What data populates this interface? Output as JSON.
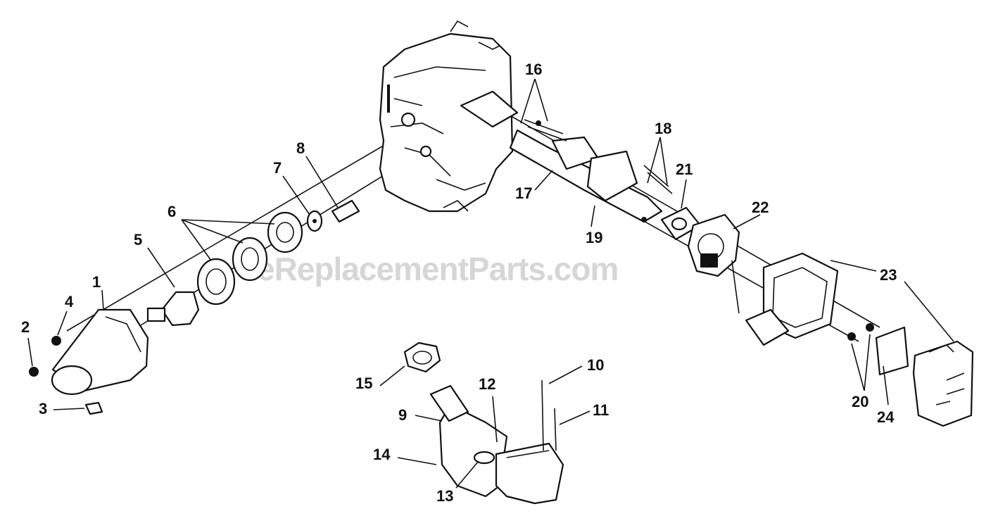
{
  "diagram": {
    "watermark": "eReplacementParts.com",
    "callouts": {
      "c1": "1",
      "c2": "2",
      "c3": "3",
      "c4": "4",
      "c5": "5",
      "c6": "6",
      "c7": "7",
      "c8": "8",
      "c9": "9",
      "c10": "10",
      "c11": "11",
      "c12": "12",
      "c13": "13",
      "c14": "14",
      "c15": "15",
      "c16": "16",
      "c17": "17",
      "c18": "18",
      "c19": "19",
      "c20": "20",
      "c21": "21",
      "c22": "22",
      "c23": "23",
      "c24": "24"
    }
  }
}
